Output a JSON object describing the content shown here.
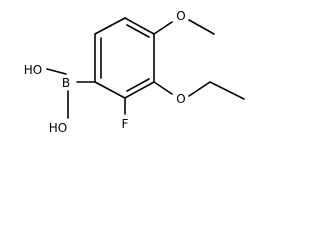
{
  "structure": {
    "atoms": {
      "boron": "B",
      "hydroxyl_top": "HO",
      "hydroxyl_bottom": "HO",
      "fluorine": "F",
      "ether_oxygen_ethoxy": "O",
      "ether_oxygen_methoxy": "O"
    },
    "colors": {
      "ink": "#000000",
      "background": "#ffffff"
    }
  }
}
